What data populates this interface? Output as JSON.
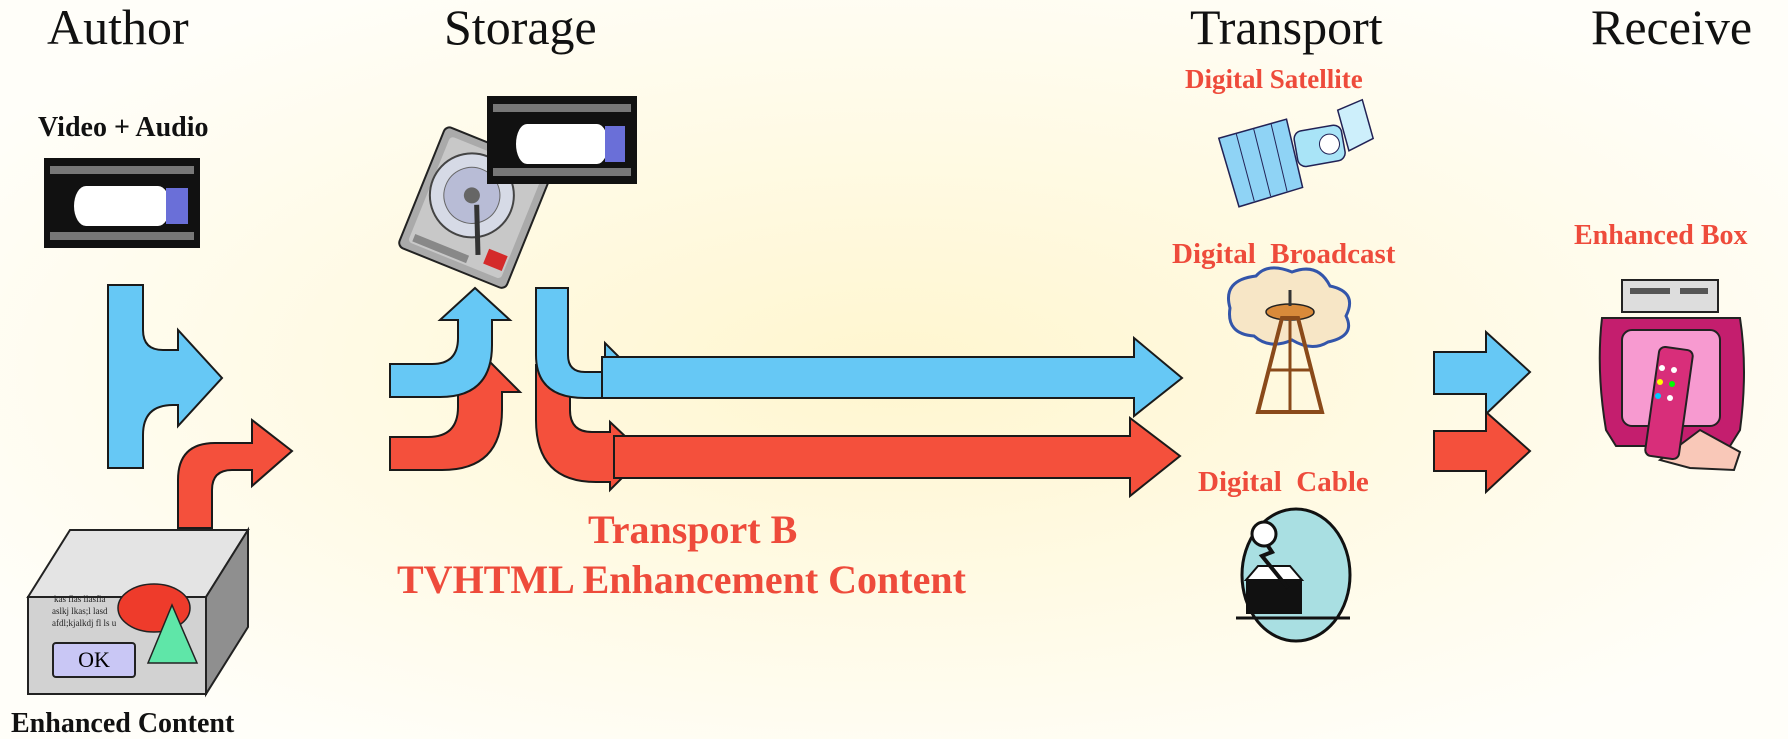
{
  "headers": {
    "author": "Author",
    "storage": "Storage",
    "transport": "Transport",
    "receive": "Receive"
  },
  "labels": {
    "video_audio": "Video + Audio",
    "enhanced_content": "Enhanced Content",
    "digital_satellite": "Digital Satellite",
    "digital_broadcast": "Digital  Broadcast",
    "digital_cable": "Digital  Cable",
    "enhanced_box": "Enhanced Box",
    "transport_b": "Transport B",
    "tvhtml": "TVHTML Enhancement Content"
  },
  "content_box": {
    "text_lines": [
      "kas  flas llasfla",
      "aslkj lkas;l lasd",
      "afdl;kjalkdj fl ls u"
    ],
    "ok_label": "OK"
  },
  "colors": {
    "blue_stream": "#66c8f5",
    "red_stream": "#f4503c",
    "label_red": "#ee4b3b",
    "text_dark": "#111111"
  },
  "icons": [
    "vhs-tape-icon",
    "hard-drive-icon",
    "satellite-icon",
    "broadcast-tower-icon",
    "cable-connector-icon",
    "set-top-box-icon"
  ]
}
